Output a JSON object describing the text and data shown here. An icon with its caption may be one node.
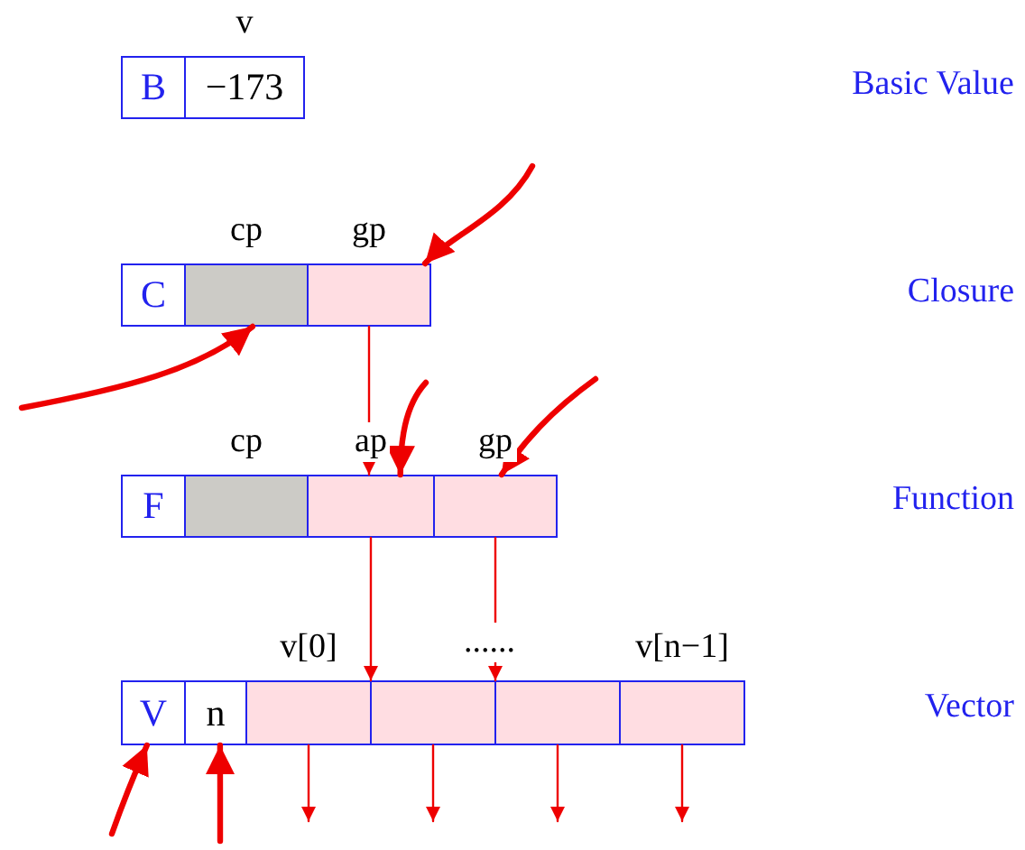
{
  "diagram": {
    "nodes": [
      {
        "text": [
          "B"
        ]
      },
      {
        "text": [
          "−173"
        ],
        "beside": [
          "v"
        ]
      },
      {
        "text": [
          "C"
        ]
      },
      {
        "text": [],
        "shape": "box",
        "beside": [
          "cp"
        ]
      },
      {
        "text": [],
        "shape": "box",
        "beside": [
          "gp"
        ]
      },
      {
        "text": [
          "F"
        ]
      },
      {
        "text": [],
        "shape": "box",
        "beside": [
          "cp"
        ]
      },
      {
        "text": [],
        "shape": "box",
        "beside": [
          "ap"
        ]
      },
      {
        "text": [],
        "shape": "box",
        "beside": [
          "gp"
        ]
      },
      {
        "text": [
          "V"
        ]
      },
      {
        "text": [
          "n"
        ]
      },
      {
        "text": [],
        "shape": "box",
        "beside": [
          "v[0]"
        ]
      },
      {
        "text": [],
        "shape": "box"
      },
      {
        "text": [],
        "shape": "box"
      },
      {
        "text": [],
        "shape": "box",
        "beside": [
          "v[n−1]"
        ]
      }
    ],
    "edges": [
      {
        "from": 4,
        "to": 7,
        "arrow": "to"
      },
      {
        "from": 7,
        "to": 11,
        "arrow": "to"
      },
      {
        "from": 8,
        "to": 12,
        "arrow": "to"
      },
      {
        "from": 11,
        "to": null,
        "arrow": "to"
      },
      {
        "from": 12,
        "to": null,
        "arrow": "to"
      },
      {
        "from": 13,
        "to": null,
        "arrow": "to"
      },
      {
        "from": 14,
        "to": null,
        "arrow": "to"
      },
      {
        "from": null,
        "to": 3,
        "arrow": "to",
        "style": "thick"
      },
      {
        "from": null,
        "to": 4,
        "arrow": "to",
        "style": "thick"
      },
      {
        "from": null,
        "to": 7,
        "arrow": "to",
        "style": "thick"
      },
      {
        "from": null,
        "to": 8,
        "arrow": "to",
        "style": "thick"
      },
      {
        "from": null,
        "to": 9,
        "arrow": "to",
        "style": "thick"
      },
      {
        "from": null,
        "to": 10,
        "arrow": "to",
        "style": "thick"
      }
    ],
    "labels": [
      "Basic Value",
      "Closure",
      "Function",
      "......",
      "Vector"
    ]
  }
}
